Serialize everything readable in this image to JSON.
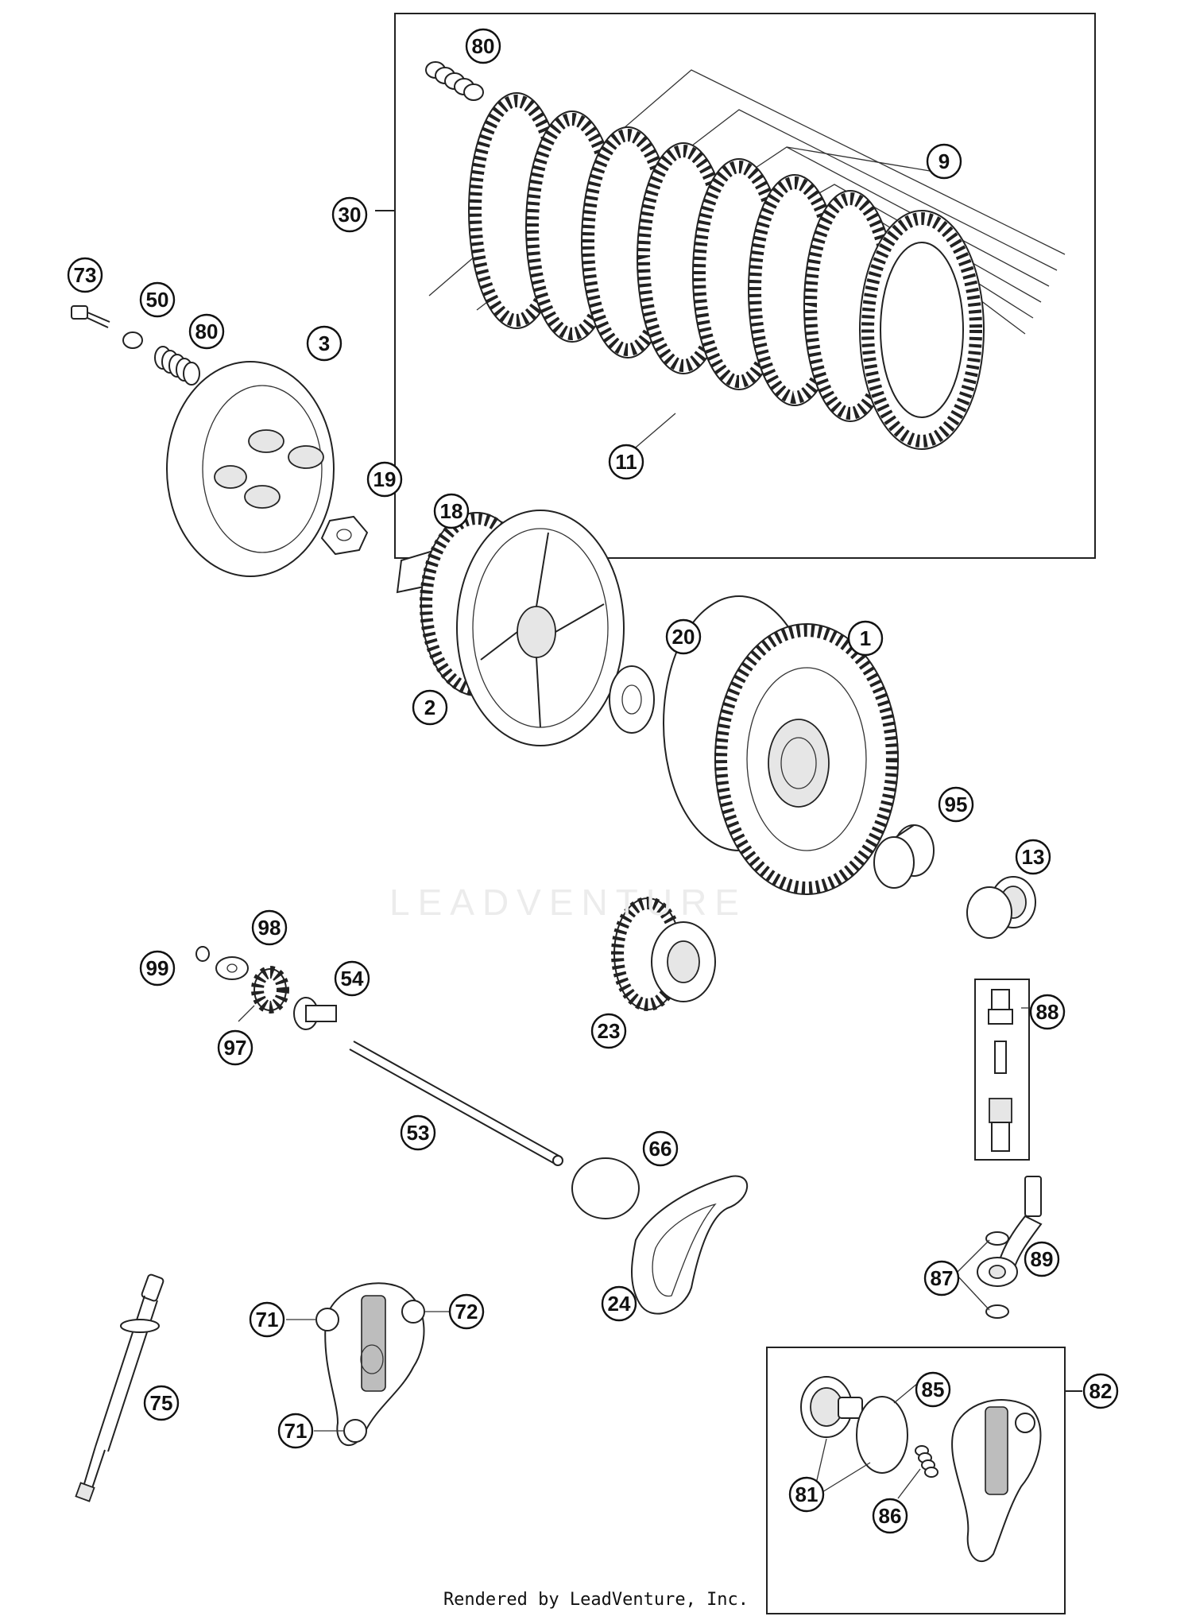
{
  "callouts": {
    "c1": "1",
    "c2": "2",
    "c3": "3",
    "c9": "9",
    "c11": "11",
    "c13": "13",
    "c18": "18",
    "c19": "19",
    "c20": "20",
    "c23": "23",
    "c24": "24",
    "c30": "30",
    "c50": "50",
    "c53": "53",
    "c54": "54",
    "c66": "66",
    "c71a": "71",
    "c71b": "71",
    "c72": "72",
    "c73": "73",
    "c75": "75",
    "c80a": "80",
    "c80b": "80",
    "c81": "81",
    "c82": "82",
    "c85": "85",
    "c86": "86",
    "c87": "87",
    "c88": "88",
    "c89": "89",
    "c95": "95",
    "c97": "97",
    "c98": "98",
    "c99": "99"
  },
  "watermark": "LEADVENTURE",
  "credit": "Rendered by LeadVenture, Inc."
}
